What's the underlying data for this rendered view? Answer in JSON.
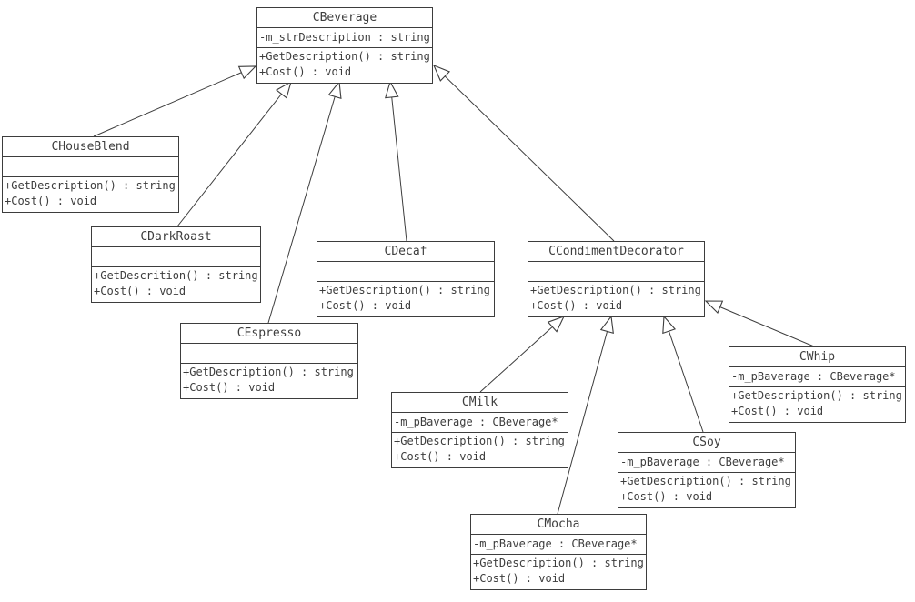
{
  "diagram": {
    "kind": "uml-class-diagram",
    "pattern": "Decorator (beverage example)",
    "colors": {
      "background": "#ffffff",
      "box_fill": "#ffffff",
      "line": "#3d3d3d",
      "text": "#3d3d3d"
    }
  },
  "classes": [
    {
      "name": "CBeverage",
      "attributes": [
        "-m_strDescription : string"
      ],
      "methods": [
        "+GetDescription() : string",
        "+Cost() : void"
      ]
    },
    {
      "name": "CHouseBlend",
      "attributes": [],
      "methods": [
        "+GetDescription() : string",
        "+Cost() : void"
      ]
    },
    {
      "name": "CDarkRoast",
      "attributes": [],
      "methods": [
        "+GetDescrition() : string",
        "+Cost() : void"
      ]
    },
    {
      "name": "CEspresso",
      "attributes": [],
      "methods": [
        "+GetDescription() : string",
        "+Cost() : void"
      ]
    },
    {
      "name": "CDecaf",
      "attributes": [],
      "methods": [
        "+GetDescription() : string",
        "+Cost() : void"
      ]
    },
    {
      "name": "CCondimentDecorator",
      "attributes": [],
      "methods": [
        "+GetDescription() : string",
        "+Cost() : void"
      ]
    },
    {
      "name": "CMilk",
      "attributes": [
        "-m_pBaverage : CBeverage*"
      ],
      "methods": [
        "+GetDescription() : string",
        "+Cost() : void"
      ]
    },
    {
      "name": "CSoy",
      "attributes": [
        "-m_pBaverage : CBeverage*"
      ],
      "methods": [
        "+GetDescription() : string",
        "+Cost() : void"
      ]
    },
    {
      "name": "CMocha",
      "attributes": [
        "-m_pBaverage : CBeverage*"
      ],
      "methods": [
        "+GetDescription() : string",
        "+Cost() : void"
      ]
    },
    {
      "name": "CWhip",
      "attributes": [
        "-m_pBaverage : CBeverage*"
      ],
      "methods": [
        "+GetDescription() : string",
        "+Cost() : void"
      ]
    }
  ],
  "relations": [
    {
      "from": "CHouseBlend",
      "to": "CBeverage",
      "type": "generalization"
    },
    {
      "from": "CDarkRoast",
      "to": "CBeverage",
      "type": "generalization"
    },
    {
      "from": "CEspresso",
      "to": "CBeverage",
      "type": "generalization"
    },
    {
      "from": "CDecaf",
      "to": "CBeverage",
      "type": "generalization"
    },
    {
      "from": "CCondimentDecorator",
      "to": "CBeverage",
      "type": "generalization"
    },
    {
      "from": "CMilk",
      "to": "CCondimentDecorator",
      "type": "generalization"
    },
    {
      "from": "CMocha",
      "to": "CCondimentDecorator",
      "type": "generalization"
    },
    {
      "from": "CSoy",
      "to": "CCondimentDecorator",
      "type": "generalization"
    },
    {
      "from": "CWhip",
      "to": "CCondimentDecorator",
      "type": "generalization"
    }
  ]
}
